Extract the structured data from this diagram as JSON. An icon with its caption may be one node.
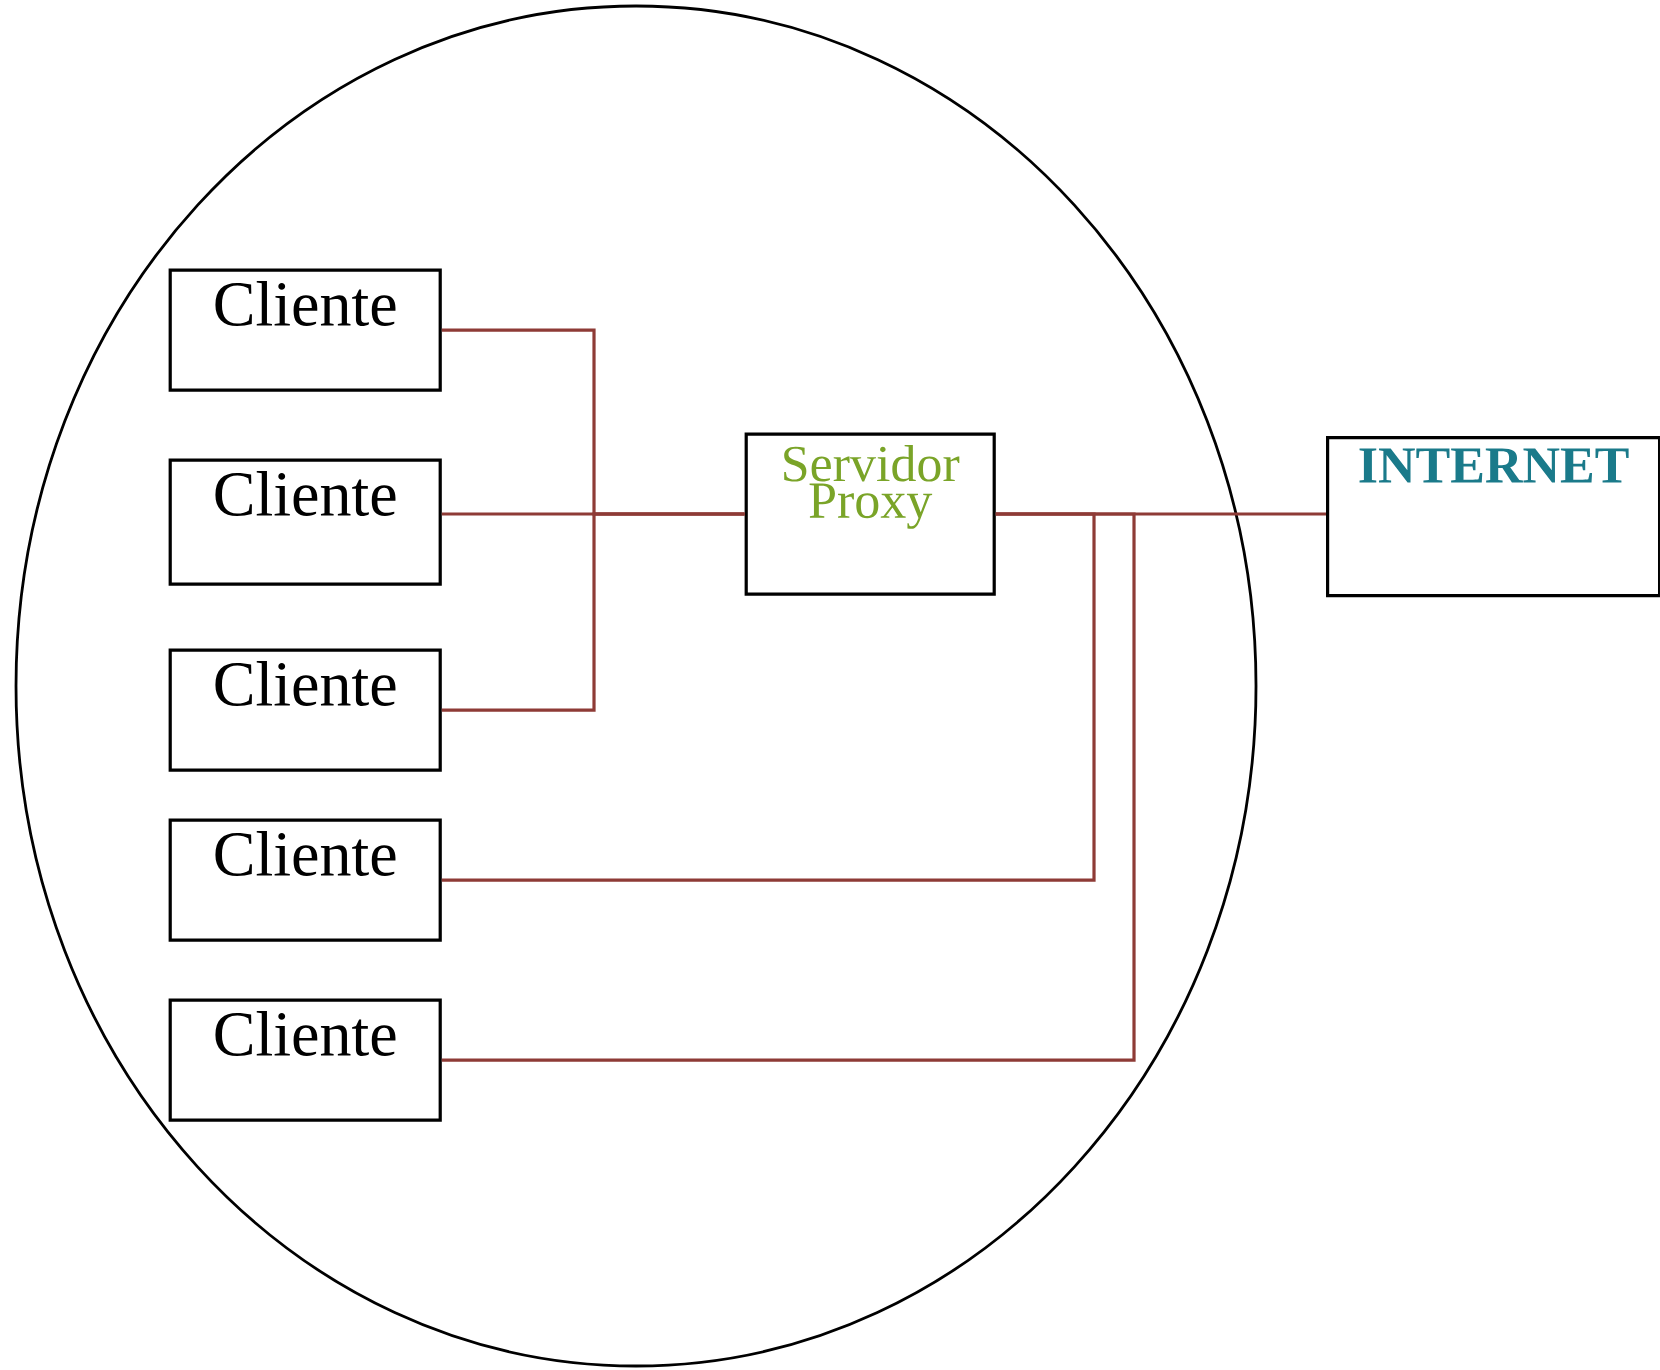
{
  "diagram": {
    "nodes": [
      {
        "text": [],
        "shape": "circle"
      },
      {
        "text": [
          "Cliente"
        ],
        "in": 0
      },
      {
        "text": [
          "Cliente"
        ],
        "in": 0
      },
      {
        "text": [
          "Cliente"
        ],
        "in": 0
      },
      {
        "text": [
          "Cliente"
        ],
        "in": 0
      },
      {
        "text": [
          "Cliente"
        ],
        "in": 0
      },
      {
        "text": [
          "Servidor Proxy"
        ],
        "in": 0
      },
      {
        "text": [
          "INTERNET"
        ]
      }
    ],
    "edges": [
      {
        "from": 1,
        "to": 6,
        "arrow": "none",
        "color": "#8e3b36"
      },
      {
        "from": 2,
        "to": 6,
        "arrow": "none",
        "color": "#8e3b36"
      },
      {
        "from": 3,
        "to": 6,
        "arrow": "none",
        "color": "#8e3b36"
      },
      {
        "from": 4,
        "to": 6,
        "arrow": "none",
        "color": "#8e3b36"
      },
      {
        "from": 5,
        "to": 6,
        "arrow": "none",
        "color": "#8e3b36"
      },
      {
        "from": 6,
        "to": 7,
        "arrow": "none",
        "color": "#8e3b36"
      }
    ]
  }
}
